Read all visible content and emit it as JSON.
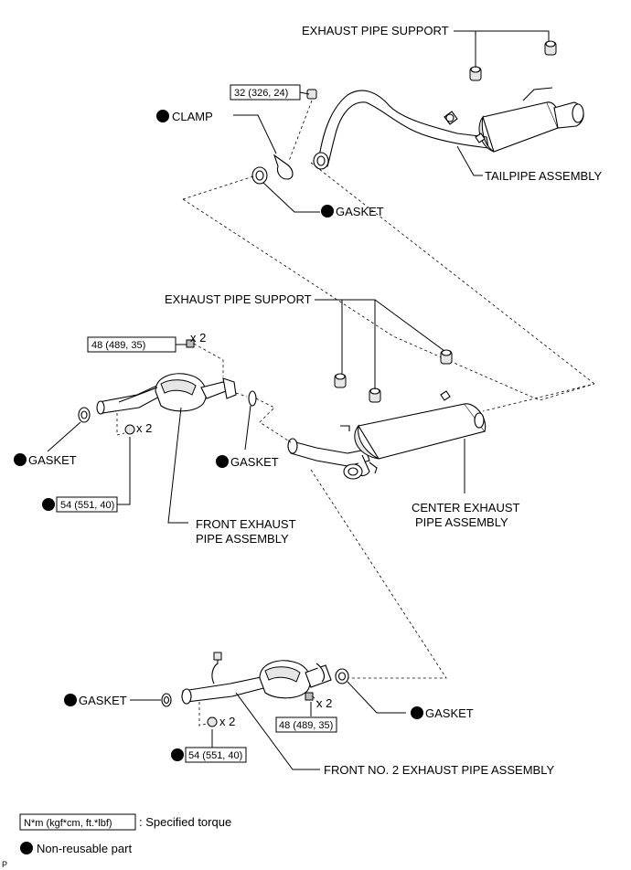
{
  "labels": {
    "exhaust_pipe_support_top": "EXHAUST PIPE SUPPORT",
    "clamp": "CLAMP",
    "gasket_top": "GASKET",
    "tailpipe_assembly": "TAILPIPE ASSEMBLY",
    "exhaust_pipe_support_mid": "EXHAUST PIPE SUPPORT",
    "gasket_left": "GASKET",
    "gasket_center": "GASKET",
    "front_exhaust_pipe_assembly_line1": "FRONT EXHAUST",
    "front_exhaust_pipe_assembly_line2": "PIPE ASSEMBLY",
    "center_exhaust_pipe_assembly_line1": "CENTER EXHAUST",
    "center_exhaust_pipe_assembly_line2": "PIPE ASSEMBLY",
    "gasket_bottom_left": "GASKET",
    "gasket_bottom_right": "GASKET",
    "front_no2_exhaust_pipe_assembly": "FRONT NO. 2 EXHAUST PIPE ASSEMBLY"
  },
  "torques": {
    "clamp_bolt": "32 (326, 24)",
    "front_pipe_bolts": "48 (489, 35)",
    "front_pipe_nuts": "54 (551, 40)",
    "front_no2_bolts": "48 (489, 35)",
    "front_no2_nuts": "54 (551, 40)"
  },
  "quantities": {
    "front_pipe_bolts": "x 2",
    "front_pipe_nuts": "x 2",
    "front_no2_bolts": "x 2",
    "front_no2_nuts": "x 2"
  },
  "legend": {
    "torque_unit_box": "N*m (kgf*cm, ft.*lbf)",
    "torque_desc": ": Specified torque",
    "nonreusable_desc": "Non-reusable part"
  },
  "corner_mark": "P"
}
